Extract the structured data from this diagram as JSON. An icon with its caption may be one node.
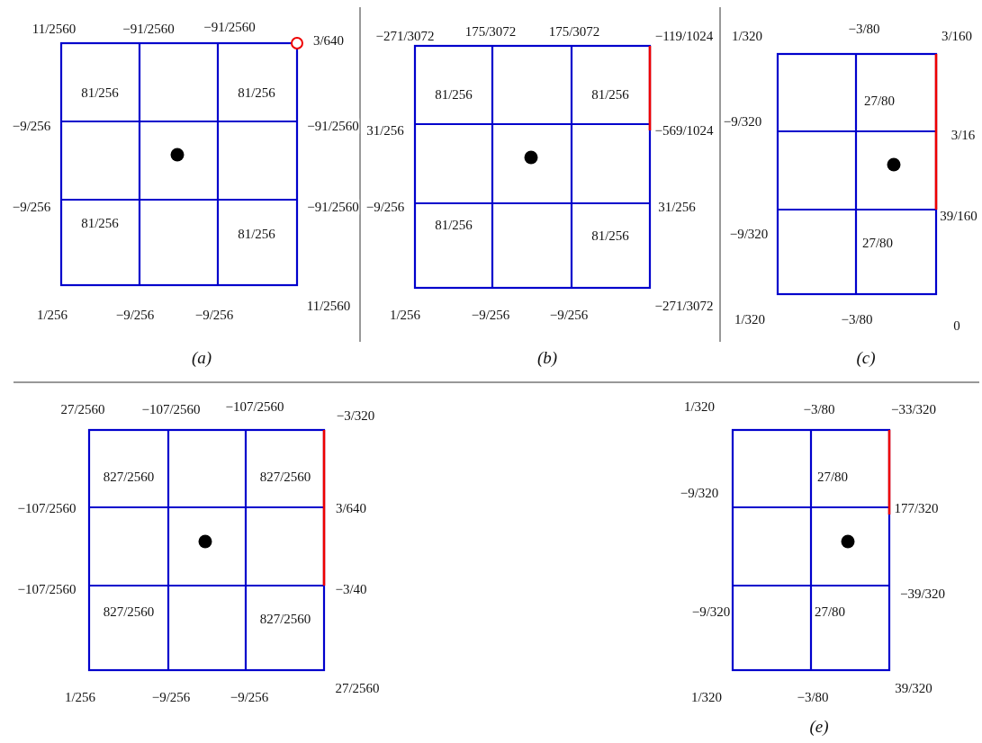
{
  "diagram": {
    "labels": [
      "11/2560",
      "−91/2560",
      "−91/2560",
      "3/640",
      "81/256",
      "81/256",
      "−9/256",
      "−91/2560",
      "−9/256",
      "−91/2560",
      "81/256",
      "81/256",
      "1/256",
      "−9/256",
      "−9/256",
      "11/2560",
      "(a)",
      "−271/3072",
      "175/3072",
      "175/3072",
      "−119/1024",
      "81/256",
      "81/256",
      "31/256",
      "−569/1024",
      "−9/256",
      "31/256",
      "81/256",
      "81/256",
      "1/256",
      "−9/256",
      "−9/256",
      "−271/3072",
      "(b)",
      "1/320",
      "−3/80",
      "3/160",
      "27/80",
      "−9/320",
      "3/16",
      "39/160",
      "−9/320",
      "27/80",
      "1/320",
      "−3/80",
      "0",
      "(c)",
      "27/2560",
      "−107/2560",
      "−107/2560",
      "−3/320",
      "827/2560",
      "827/2560",
      "−107/2560",
      "3/640",
      "−107/2560",
      "−3/40",
      "827/2560",
      "827/2560",
      "1/256",
      "−9/256",
      "−9/256",
      "27/2560",
      "1/320",
      "−3/80",
      "−33/320",
      "−9/320",
      "27/80",
      "177/320",
      "−39/320",
      "−9/320",
      "27/80",
      "1/320",
      "−3/80",
      "39/320",
      "(e)"
    ]
  }
}
